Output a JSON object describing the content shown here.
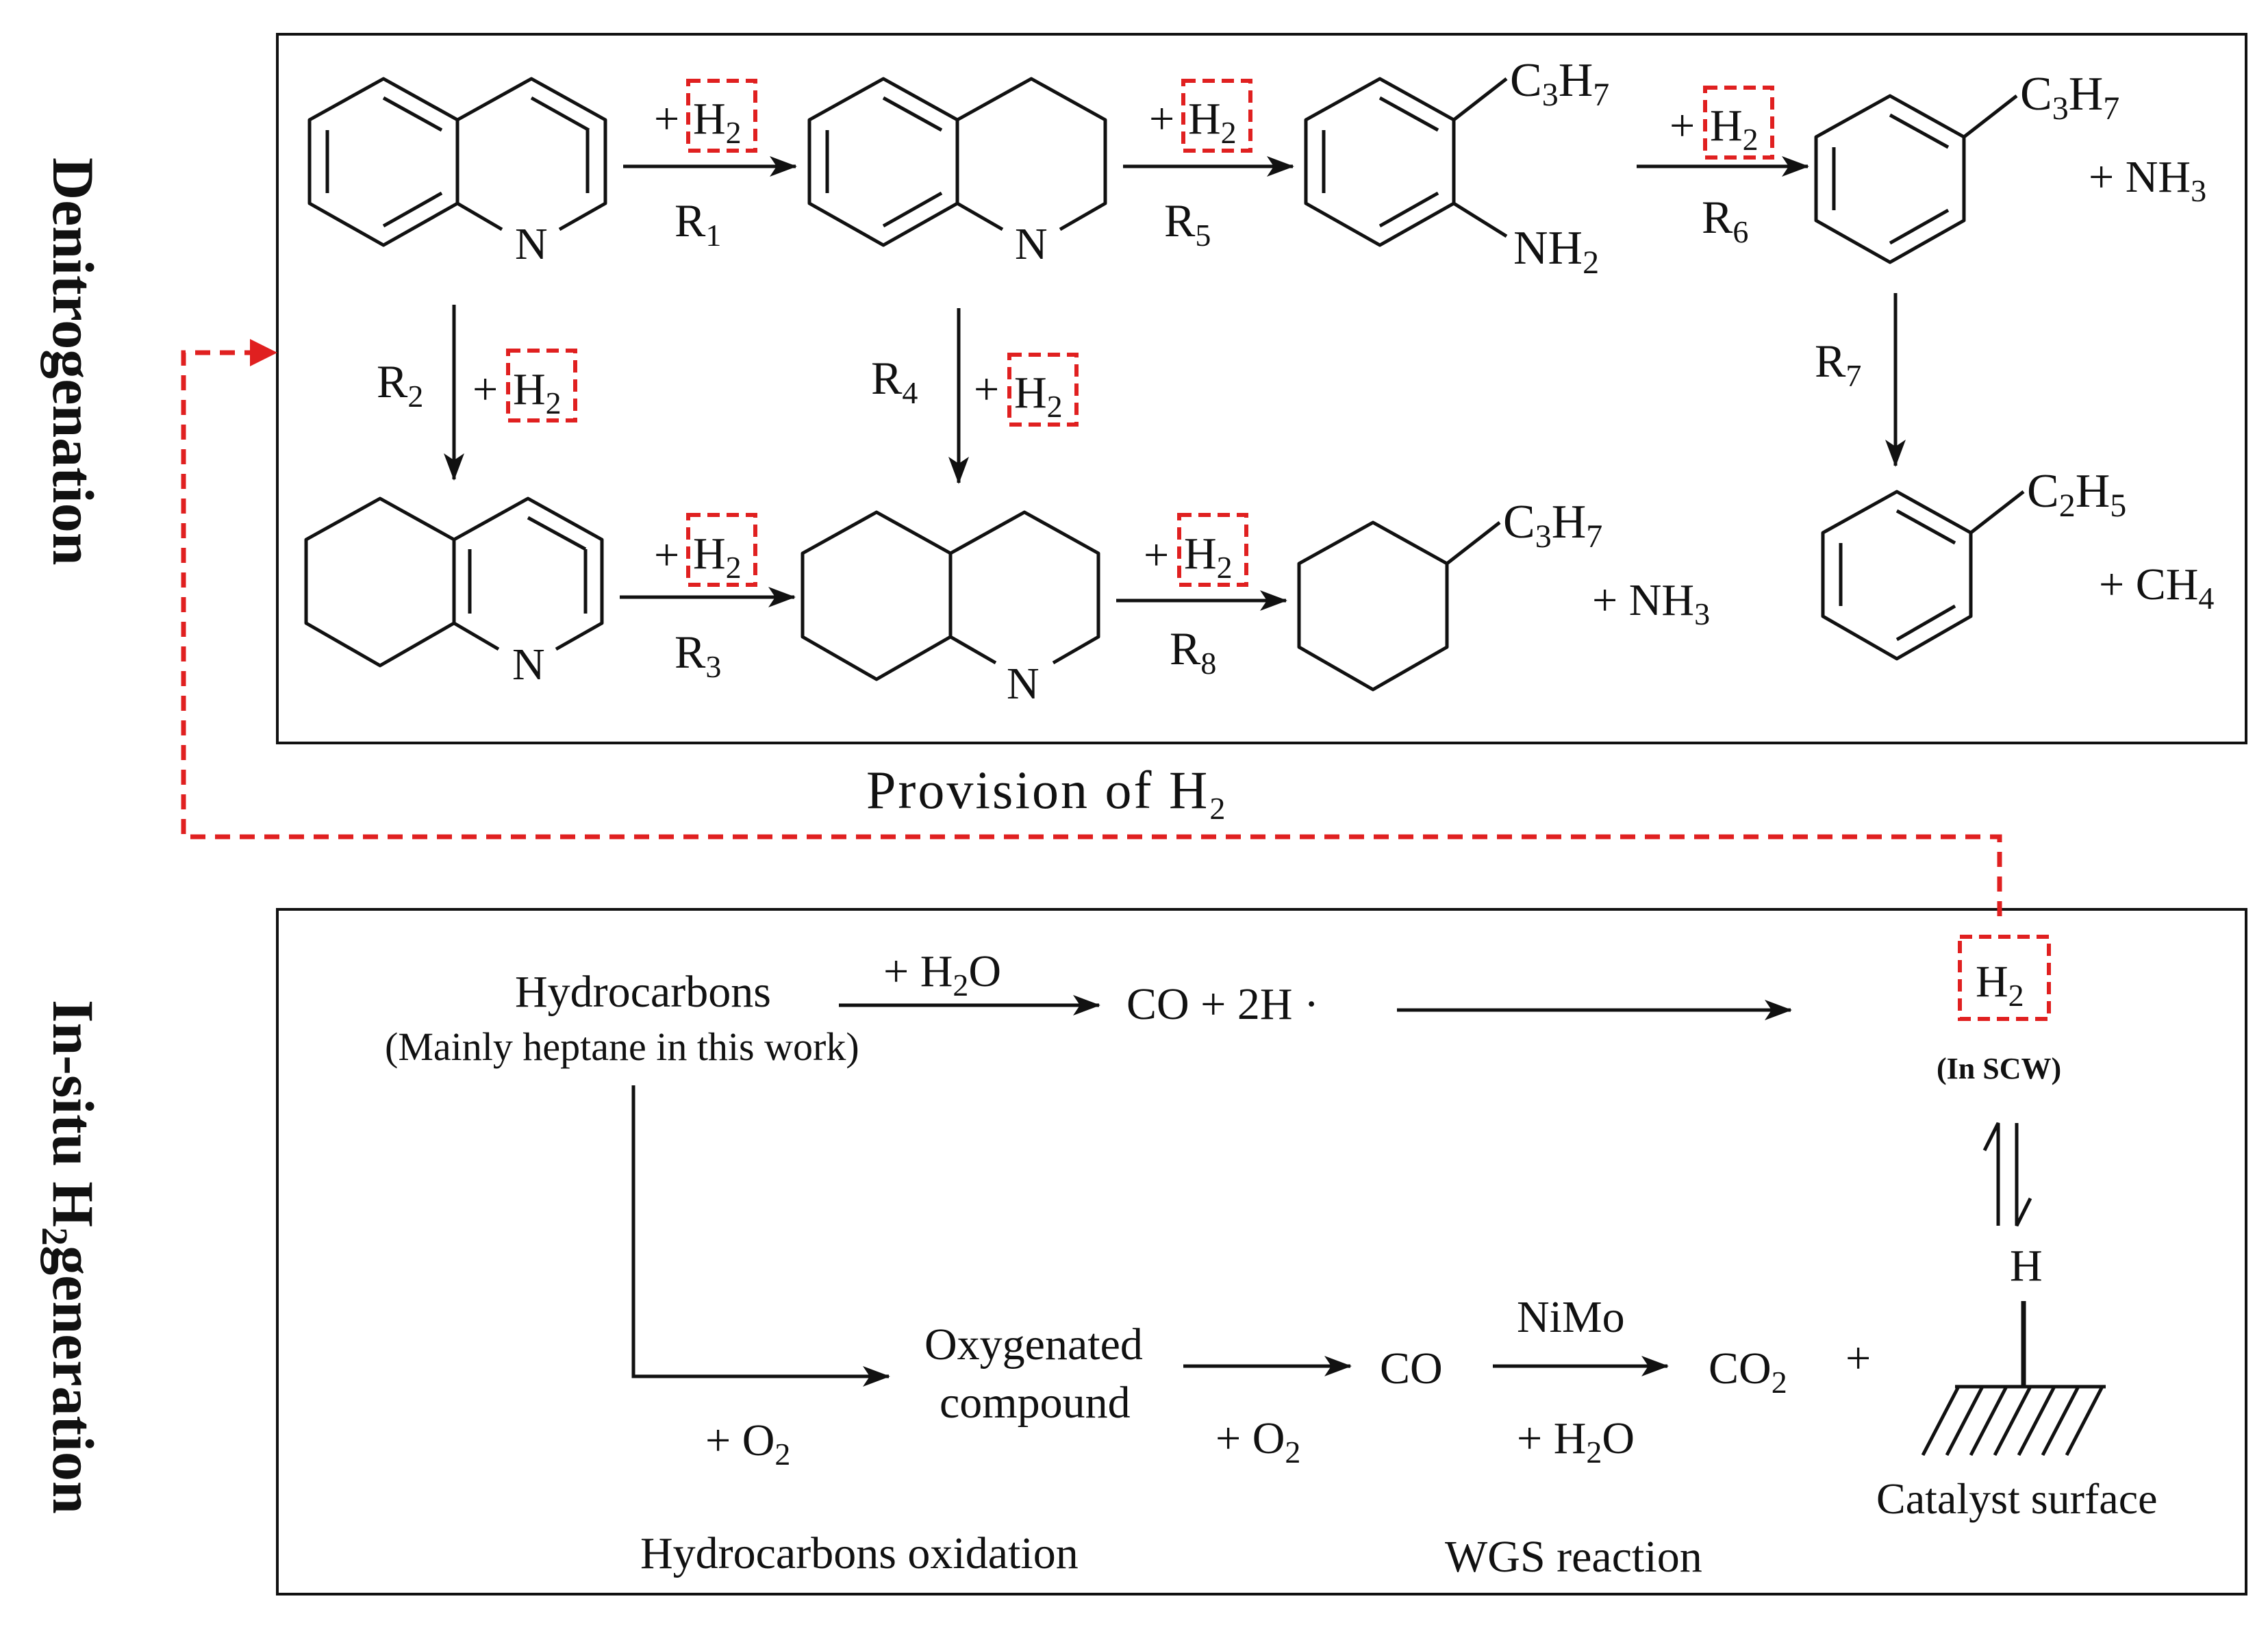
{
  "side_labels": {
    "top": "Denitrogenation",
    "bottom_pre": "In-situ H",
    "bottom_sub": "2",
    "bottom_post": "generation"
  },
  "caption": {
    "text": "Provision of H",
    "sub": "2"
  },
  "reactions": {
    "plus": "+",
    "h2": "H",
    "h2_sub": "2",
    "R1": {
      "letter": "R",
      "sub": "1"
    },
    "R2": {
      "letter": "R",
      "sub": "2"
    },
    "R3": {
      "letter": "R",
      "sub": "3"
    },
    "R4": {
      "letter": "R",
      "sub": "4"
    },
    "R5": {
      "letter": "R",
      "sub": "5"
    },
    "R6": {
      "letter": "R",
      "sub": "6"
    },
    "R7": {
      "letter": "R",
      "sub": "7"
    },
    "R8": {
      "letter": "R",
      "sub": "8"
    }
  },
  "atoms": {
    "N": "N",
    "C3H7": {
      "a": "C",
      "b": "3",
      "c": "H",
      "d": "7"
    },
    "C2H5": {
      "a": "C",
      "b": "2",
      "c": "H",
      "d": "5"
    },
    "NH2": {
      "a": "NH",
      "b": "2"
    },
    "plus_NH3": {
      "a": "+  NH",
      "b": "3"
    },
    "plus_NH3_b": {
      "a": "+ NH",
      "b": "3"
    },
    "plus_CH4": {
      "a": "+ CH",
      "b": "4"
    }
  },
  "generation": {
    "hydrocarbons": "Hydrocarbons",
    "hydrocarbons_note": "(Mainly heptane in this work)",
    "plus_h2o": {
      "a": "+ H",
      "b": "2",
      "c": "O"
    },
    "co_2h": "CO + 2H ·",
    "h2_box": {
      "a": "H",
      "b": "2"
    },
    "in_scw": "(In SCW)",
    "h_atom": "H",
    "oxygenated_1": "Oxygenated",
    "oxygenated_2": "compound",
    "co": "CO",
    "nimo": "NiMo",
    "co2": {
      "a": "CO",
      "b": "2"
    },
    "plus": "+",
    "plus_o2": {
      "a": "+ O",
      "b": "2"
    },
    "plus_h2o_b": {
      "a": "+ H",
      "b": "2",
      "c": "O"
    },
    "catalyst": "Catalyst surface",
    "hc_oxidation": "Hydrocarbons oxidation",
    "wgs": "WGS reaction"
  },
  "colors": {
    "ink": "#111111",
    "dash": "#e02020"
  }
}
